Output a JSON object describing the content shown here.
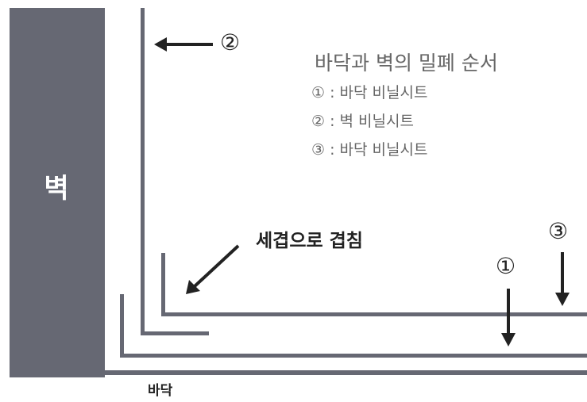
{
  "labels": {
    "wall": "벽",
    "floor": "바닥",
    "overlap": "세겹으로 겹침"
  },
  "markers": {
    "m1": "①",
    "m2": "②",
    "m3": "③"
  },
  "legend": {
    "title": "바닥과 벽의 밀폐 순서",
    "items": [
      "① : 바닥 비닐시트",
      "② : 벽 비닐시트",
      "③ : 바닥 비닐시트"
    ]
  },
  "colors": {
    "wall": "#666873",
    "sheet": "#666873",
    "arrow": "#222222",
    "legend_text": "#666666"
  }
}
